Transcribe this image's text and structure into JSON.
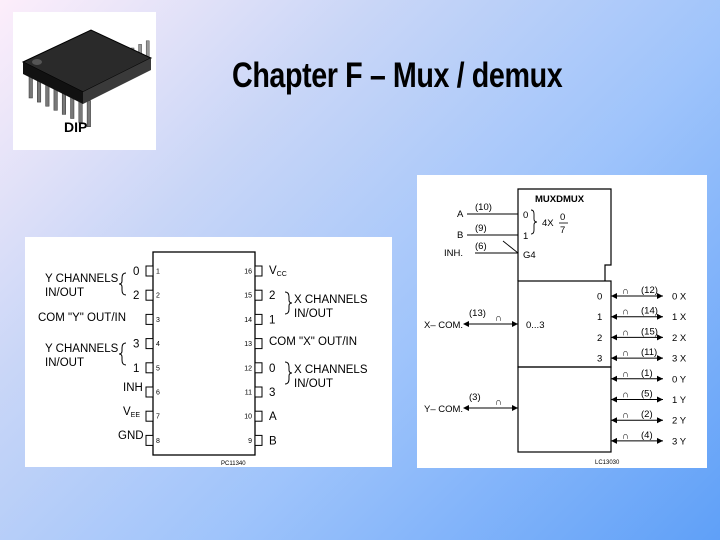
{
  "slide": {
    "title": "Chapter F – Mux / demux"
  },
  "dip_image": {
    "label": "DIP"
  },
  "pinout": {
    "left_pins": [
      {
        "num": "1",
        "label": "0"
      },
      {
        "num": "2",
        "label": "2"
      },
      {
        "num": "3",
        "label": ""
      },
      {
        "num": "4",
        "label": "3"
      },
      {
        "num": "5",
        "label": "1"
      },
      {
        "num": "6",
        "label": ""
      },
      {
        "num": "7",
        "label": ""
      },
      {
        "num": "8",
        "label": ""
      }
    ],
    "right_pins": [
      {
        "num": "16",
        "label": ""
      },
      {
        "num": "15",
        "label": "2"
      },
      {
        "num": "14",
        "label": "1"
      },
      {
        "num": "13",
        "label": ""
      },
      {
        "num": "12",
        "label": "0"
      },
      {
        "num": "11",
        "label": "3"
      },
      {
        "num": "10",
        "label": "A"
      },
      {
        "num": "9",
        "label": "B"
      }
    ],
    "left_group1_line1": "Y  CHANNELS",
    "left_group1_line2": "IN/OUT",
    "com_y": "COM  \"Y\"  OUT/IN",
    "left_group2_line1": "Y  CHANNELS",
    "left_group2_line2": "IN/OUT",
    "inh": "INH",
    "vee_main": "V",
    "vee_sub": "EE",
    "gnd": "GND",
    "vcc_main": "V",
    "vcc_sub": "CC",
    "right_group1_line1": "X  CHANNELS",
    "right_group1_line2": "IN/OUT",
    "com_x": "COM  \"X\"  OUT/IN",
    "right_group2_line1": "X  CHANNELS",
    "right_group2_line2": "IN/OUT",
    "footnote": "PC11340"
  },
  "mux_symbol": {
    "block_title": "MUXDMUX",
    "a_label": "A",
    "a_pin": "(10)",
    "b_label": "B",
    "b_pin": "(9)",
    "inh_label": "INH.",
    "inh_pin": "(6)",
    "sel0": "0",
    "sel1": "1",
    "g4": "G4",
    "fn_prefix": "4X",
    "fn_num": "0",
    "fn_den": "7",
    "xcom_label": "X– COM.",
    "xcom_pin": "(13)",
    "xcom_range": "0...3",
    "ycom_label": "Y– COM.",
    "ycom_pin": "(3)",
    "outputs": [
      {
        "idx": "0",
        "pin": "(12)",
        "name": "0 X"
      },
      {
        "idx": "1",
        "pin": "(14)",
        "name": "1 X"
      },
      {
        "idx": "2",
        "pin": "(15)",
        "name": "2 X"
      },
      {
        "idx": "3",
        "pin": "(11)",
        "name": "3 X"
      },
      {
        "idx": "",
        "pin": "(1)",
        "name": "0 Y"
      },
      {
        "idx": "",
        "pin": "(5)",
        "name": "1 Y"
      },
      {
        "idx": "",
        "pin": "(2)",
        "name": "2 Y"
      },
      {
        "idx": "",
        "pin": "(4)",
        "name": "3 Y"
      }
    ],
    "footnote": "LC13030"
  }
}
